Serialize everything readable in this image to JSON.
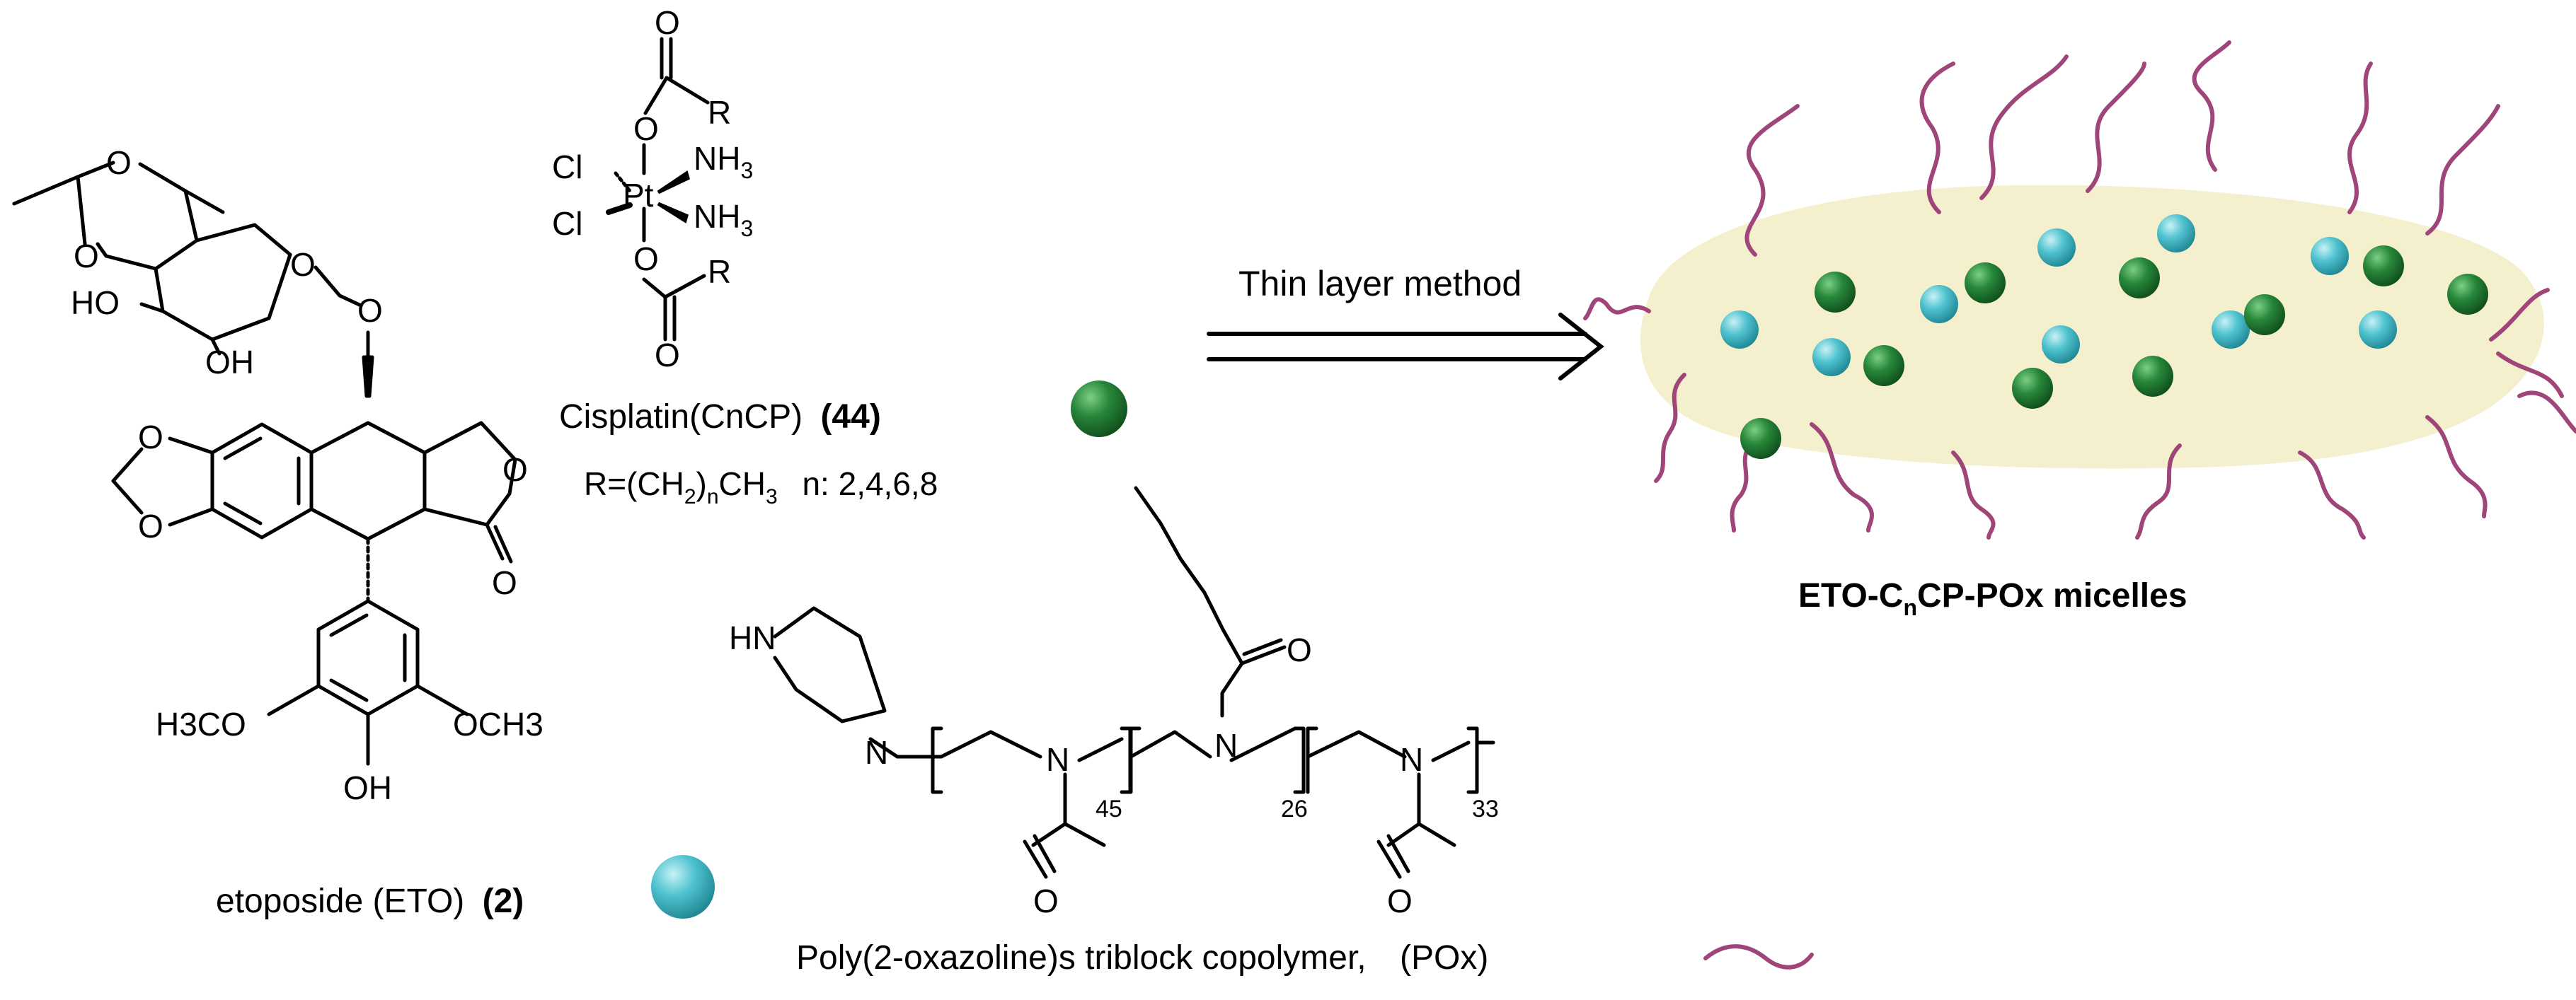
{
  "etoposide": {
    "name": "etoposide (ETO)",
    "number": "(2)",
    "atoms": {
      "o_dioxane_1": "O",
      "o_dioxane_2": "O",
      "o_glyco_ring": "O",
      "o_glyco_link": "O",
      "ho_1": "HO",
      "oh_1": "OH",
      "o_methylenedioxy_1": "O",
      "o_methylenedioxy_2": "O",
      "o_lactone_ring": "O",
      "o_lactone_carbonyl": "O",
      "h3co": "H3CO",
      "och3": "OCH3",
      "oh_phenol": "OH"
    }
  },
  "cisplatin": {
    "name": "Cisplatin(CnCP)",
    "number": "(44)",
    "r_def_prefix": "R=(CH",
    "r_def_sub2": "2",
    "r_def_close": ")",
    "r_def_subn": "n",
    "r_def_ch3": "CH",
    "r_def_sub3": "3",
    "n_values": "n: 2,4,6,8",
    "atoms": {
      "o_carbonyl_top": "O",
      "o_ester_top": "O",
      "r_top": "R",
      "cl_1": "Cl",
      "cl_2": "Cl",
      "pt": "Pt",
      "nh3_1": "NH",
      "nh3_1_sub": "3",
      "nh3_2": "NH",
      "nh3_2_sub": "3",
      "o_ester_bottom": "O",
      "o_carbonyl_bottom": "O",
      "r_bottom": "R"
    }
  },
  "arrow": {
    "label": "Thin layer method"
  },
  "micelle": {
    "title_prefix": "ETO-C",
    "title_sub": "n",
    "title_suffix": "CP-POx micelles",
    "colors": {
      "core": "#f4efcc",
      "cyan": "#3fb6c4",
      "green": "#1f7d2e",
      "chain": "#a0457a"
    }
  },
  "copolymer": {
    "name": "Poly(2-oxazoline)s triblock copolymer,",
    "abbrev": "(POx)",
    "atoms": {
      "hn": "HN",
      "n_pip": "N",
      "n_block1": "N",
      "n_block2": "N",
      "n_block3": "N",
      "o_acyl1": "O",
      "o_acyl2": "O",
      "o_acyl3": "O"
    },
    "subscripts": {
      "block1": "45",
      "block2": "26",
      "block3": "33"
    }
  },
  "legend_colors": {
    "eto_sphere": "#3fb6c4",
    "cp_sphere": "#1f7d2e",
    "pox_chain": "#a0457a"
  }
}
